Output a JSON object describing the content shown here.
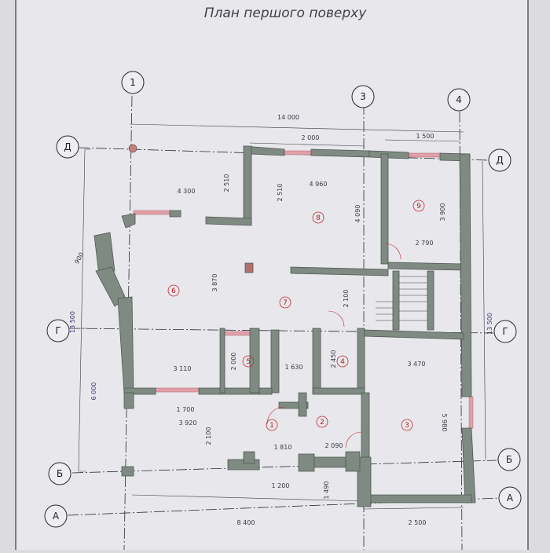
{
  "title": "План першого поверху",
  "axes": {
    "vertical": [
      "1",
      "3",
      "4"
    ],
    "horizontal": [
      "Д",
      "Г",
      "Б",
      "А"
    ]
  },
  "rooms": [
    "1",
    "2",
    "3",
    "4",
    "5",
    "6",
    "7",
    "8",
    "9"
  ],
  "dimensions": {
    "top_total": "14 000",
    "top_2000": "2 000",
    "top_1500": "1 500",
    "d_4300": "4 300",
    "d_2510a": "2 510",
    "d_2510b": "2 510",
    "d_4960": "4 960",
    "d_4090": "4 090",
    "d_3900": "3 900",
    "d_2790": "2 790",
    "d_900": "900",
    "d_3870": "3 870",
    "d_2100a": "2 100",
    "d_13500_left": "13 500",
    "d_13500_right": "13 500",
    "d_3110": "3 110",
    "d_2000": "2 000",
    "d_1630": "1 630",
    "d_2450": "2 450",
    "d_3470": "3 470",
    "d_6000": "6 000",
    "d_1700": "1 700",
    "d_3920": "3 920",
    "d_2100b": "2 100",
    "d_5980": "5 980",
    "d_1810": "1 810",
    "d_2090": "2 090",
    "d_1200": "1 200",
    "d_1490": "1 490",
    "d_8400": "8 400",
    "d_2500": "2 500"
  },
  "colors": {
    "paper": "#e8e7ec",
    "wall": "#7f8a82",
    "wall_edge": "#4f5852",
    "axis_line": "#2a2a30",
    "room_circle": "#c03030",
    "window": "#e0a0a8"
  }
}
